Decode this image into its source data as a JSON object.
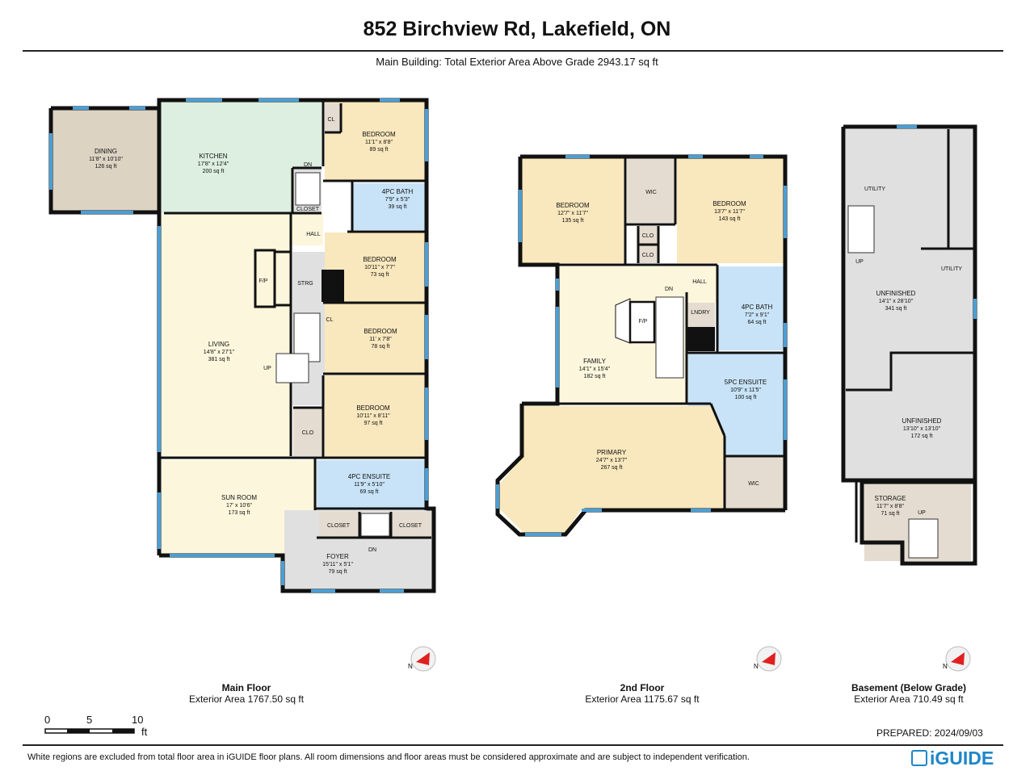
{
  "header": {
    "title": "852 Birchview Rd, Lakefield, ON",
    "subtitle": "Main Building: Total Exterior Area Above Grade 2943.17 sq ft"
  },
  "floors": {
    "main": {
      "name": "Main Floor",
      "area": "Exterior Area 1767.50 sq ft",
      "rooms": {
        "dining": {
          "name": "DINING",
          "dim": "11'8\" x 10'10\"",
          "area": "126 sq ft"
        },
        "kitchen": {
          "name": "KITCHEN",
          "dim": "17'8\" x 12'4\"",
          "area": "200 sq ft"
        },
        "bedroom1": {
          "name": "BEDROOM",
          "dim": "11'1\" x 8'8\"",
          "area": "89 sq ft"
        },
        "bath4pc": {
          "name": "4PC BATH",
          "dim": "7'9\" x 5'3\"",
          "area": "39 sq ft"
        },
        "bedroom2": {
          "name": "BEDROOM",
          "dim": "10'11\" x 7'7\"",
          "area": "73 sq ft"
        },
        "bedroom3": {
          "name": "BEDROOM",
          "dim": "11' x 7'8\"",
          "area": "78 sq ft"
        },
        "bedroom4": {
          "name": "BEDROOM",
          "dim": "10'11\" x 8'11\"",
          "area": "97 sq ft"
        },
        "living": {
          "name": "LIVING",
          "dim": "14'8\" x 27'1\"",
          "area": "381 sq ft"
        },
        "sunroom": {
          "name": "SUN ROOM",
          "dim": "17' x 10'6\"",
          "area": "173 sq ft"
        },
        "ensuite4pc": {
          "name": "4PC ENSUITE",
          "dim": "11'9\" x 5'10\"",
          "area": "69 sq ft"
        },
        "foyer": {
          "name": "FOYER",
          "dim": "15'11\" x 5'1\"",
          "area": "79 sq ft"
        }
      },
      "labels": {
        "cl1": "CL",
        "dn": "DN",
        "closet": "CLOSET",
        "hall": "HALL",
        "fp": "F/P",
        "strg": "STRG",
        "cl2": "CL",
        "up": "UP",
        "clo": "CLO",
        "closet_l": "CLOSET",
        "closet_r": "CLOSET",
        "dn2": "DN"
      }
    },
    "second": {
      "name": "2nd Floor",
      "area": "Exterior Area 1175.67 sq ft",
      "rooms": {
        "bedroom1": {
          "name": "BEDROOM",
          "dim": "12'7\" x 11'7\"",
          "area": "135 sq ft"
        },
        "bedroom2": {
          "name": "BEDROOM",
          "dim": "13'7\" x 11'7\"",
          "area": "143 sq ft"
        },
        "bath4pc": {
          "name": "4PC BATH",
          "dim": "7'2\" x 9'1\"",
          "area": "64 sq ft"
        },
        "family": {
          "name": "FAMILY",
          "dim": "14'1\" x 15'4\"",
          "area": "182 sq ft"
        },
        "ensuite5pc": {
          "name": "5PC ENSUITE",
          "dim": "10'9\" x 11'5\"",
          "area": "100 sq ft"
        },
        "primary": {
          "name": "PRIMARY",
          "dim": "24'7\" x 13'7\"",
          "area": "267 sq ft"
        }
      },
      "labels": {
        "wic1": "WIC",
        "clo1": "CLO",
        "clo2": "CLO",
        "dn": "DN",
        "hall": "HALL",
        "lndry": "LNDRY",
        "fp": "F/P",
        "wic2": "WIC"
      }
    },
    "basement": {
      "name": "Basement (Below Grade)",
      "area": "Exterior Area 710.49 sq ft",
      "rooms": {
        "unfinished1": {
          "name": "UNFINISHED",
          "dim": "14'1\" x 28'10\"",
          "area": "341 sq ft"
        },
        "unfinished2": {
          "name": "UNFINISHED",
          "dim": "13'10\" x 13'10\"",
          "area": "172 sq ft"
        },
        "storage": {
          "name": "STORAGE",
          "dim": "11'7\" x 8'8\"",
          "area": "71 sq ft"
        }
      },
      "labels": {
        "utility1": "UTILITY",
        "utility2": "UTILITY",
        "up1": "UP",
        "up2": "UP"
      }
    }
  },
  "scale": {
    "ticks": [
      "0",
      "5",
      "10"
    ],
    "unit": "ft"
  },
  "footer": {
    "prepared": "PREPARED: 2024/09/03",
    "disclaimer": "White regions are excluded from total floor area in iGUIDE floor plans. All room dimensions and floor areas must be considered approximate and are subject to independent verification.",
    "logo": "iGUIDE"
  },
  "colors": {
    "wall": "#111111",
    "window": "#4a9fd6",
    "bedroom": "#f9e7bd",
    "kitchen": "#dcefe0",
    "bath": "#c8e3f7",
    "living": "#fbf6dc",
    "dining": "#ddd3c3",
    "utility": "#e0e0e0",
    "closet": "#e4dcd0"
  }
}
